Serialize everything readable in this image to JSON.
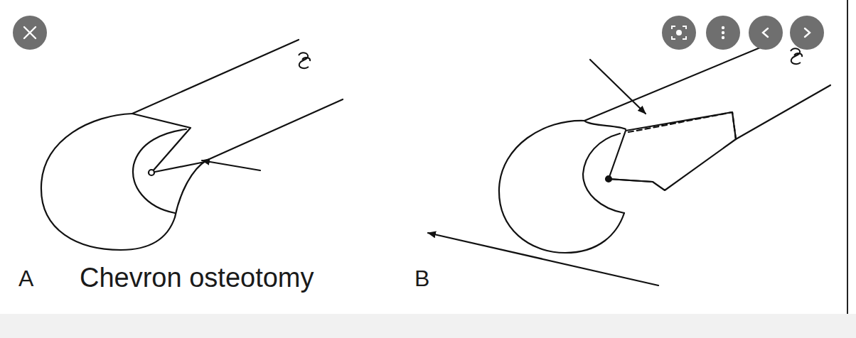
{
  "diagram": {
    "labels": [
      "A",
      "Chevron osteotomy",
      "B"
    ]
  }
}
